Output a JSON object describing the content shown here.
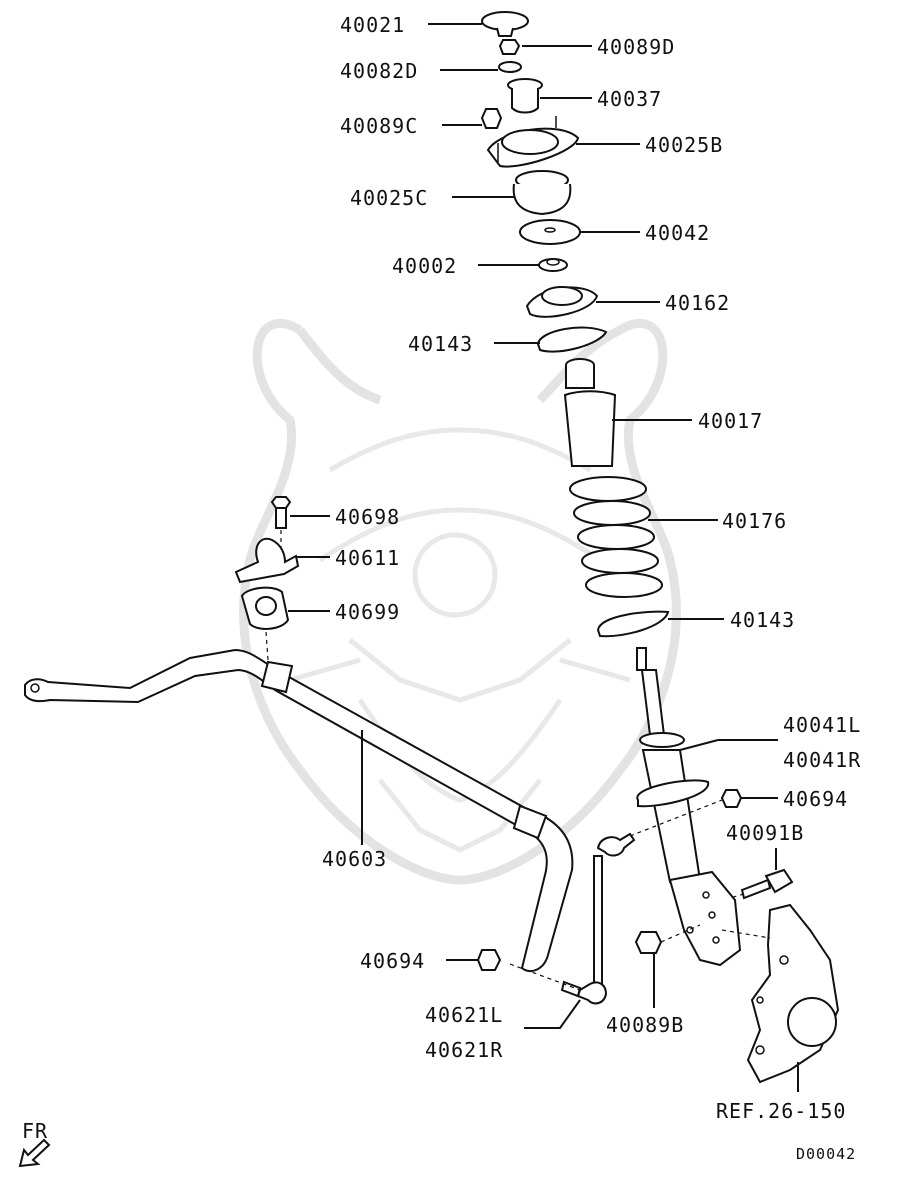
{
  "labels": {
    "p40021": "40021",
    "p40089D": "40089D",
    "p40082D": "40082D",
    "p40037": "40037",
    "p40089C": "40089C",
    "p40025B": "40025B",
    "p40025C": "40025C",
    "p40042": "40042",
    "p40002": "40002",
    "p40162": "40162",
    "p40143_top": "40143",
    "p40017": "40017",
    "p40176": "40176",
    "p40143_bottom": "40143",
    "p40698": "40698",
    "p40611": "40611",
    "p40699": "40699",
    "p40603": "40603",
    "p40041L": "40041L",
    "p40041R": "40041R",
    "p40694_right": "40694",
    "p40091B": "40091B",
    "p40694_left": "40694",
    "p40621L": "40621L",
    "p40621R": "40621R",
    "p40089B": "40089B",
    "ref": "REF.26-150",
    "fr": "FR",
    "diagram_code": "D00042"
  }
}
